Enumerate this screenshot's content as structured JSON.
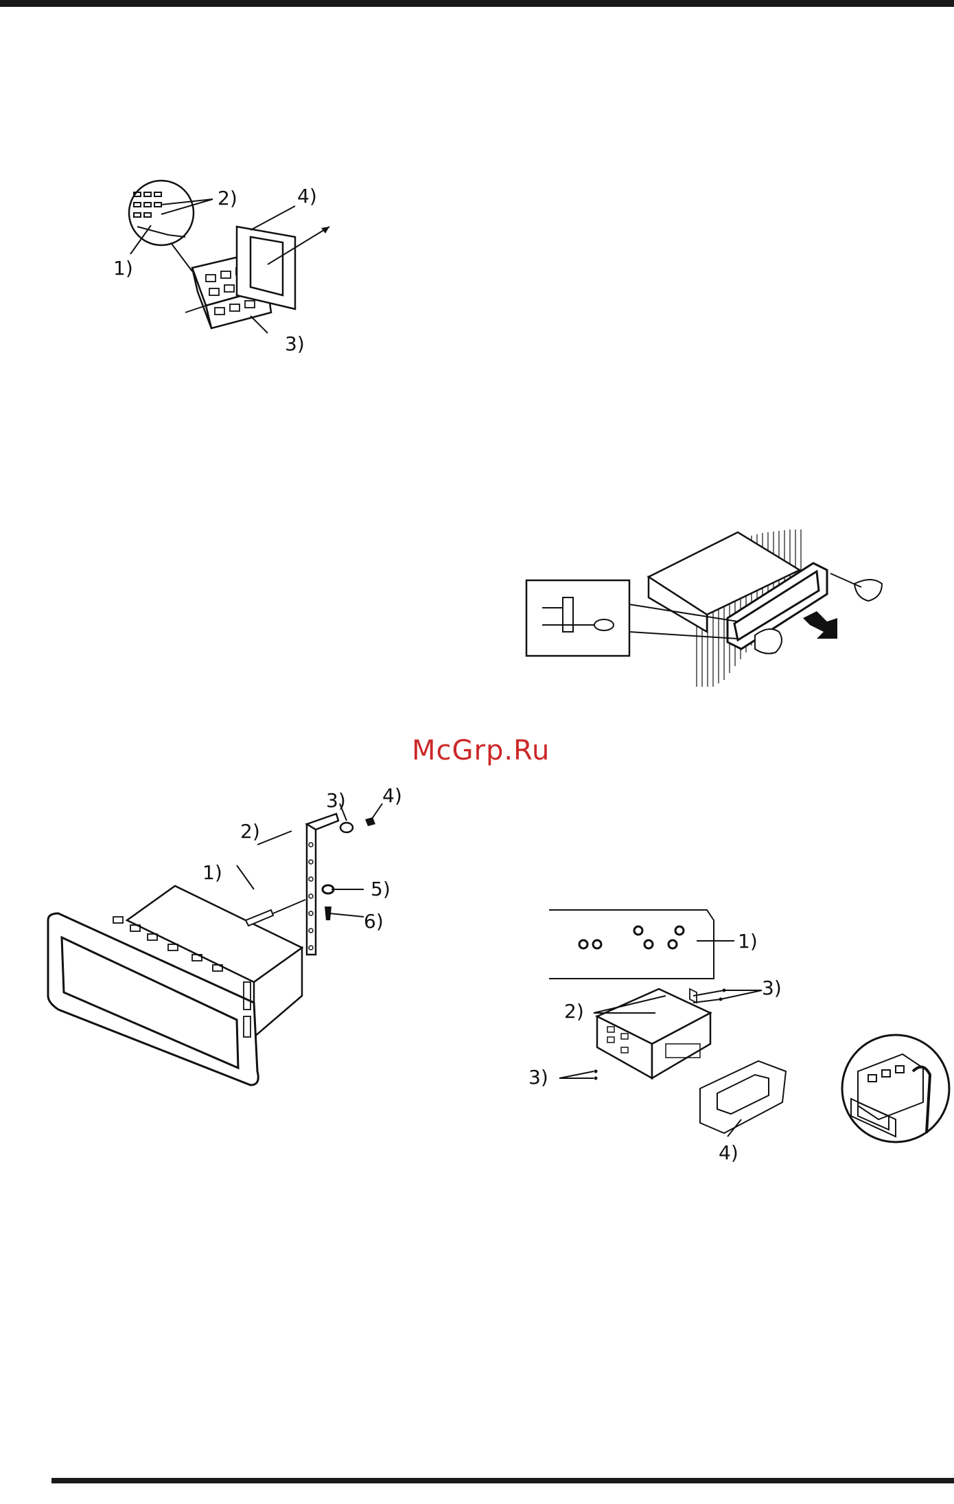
{
  "watermark": "McGrp.Ru",
  "figure1": {
    "labels": [
      "1)",
      "2)",
      "3)",
      "4)"
    ]
  },
  "figure2": {
    "labels": []
  },
  "figure3": {
    "labels": [
      "1)",
      "2)",
      "3)",
      "4)",
      "5)",
      "6)"
    ]
  },
  "figure4": {
    "labels": [
      "1)",
      "2)",
      "3)",
      "3)",
      "4)"
    ]
  }
}
